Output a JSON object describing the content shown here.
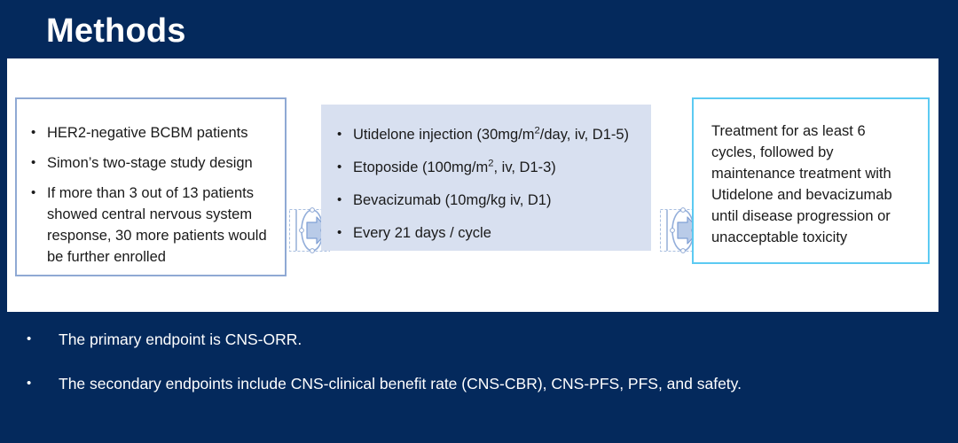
{
  "slide": {
    "title": "Methods",
    "background_color": "#04295c",
    "panel_color": "#ffffff"
  },
  "flow": {
    "box_one": {
      "border_color": "#8fa9d4",
      "fill_color": "#ffffff",
      "items": [
        "HER2-negative BCBM patients",
        "Simon’s two-stage study design",
        "If more than 3 out of 13 patients showed central nervous system response, 30 more patients would be further enrolled"
      ]
    },
    "box_two": {
      "fill_color": "#d8e0f0",
      "items": [
        {
          "pre": "Utidelone injection (30mg/m",
          "sup": "2",
          "post": "/day, iv, D1-5)"
        },
        {
          "pre": "Etoposide (100mg/m",
          "sup": "2",
          "post": ", iv, D1-3)"
        },
        {
          "pre": "Bevacizumab (10mg/kg iv, D1)",
          "sup": "",
          "post": ""
        },
        {
          "pre": "Every 21 days / cycle",
          "sup": "",
          "post": ""
        }
      ]
    },
    "box_three": {
      "border_color": "#5ccaf2",
      "fill_color": "#ffffff",
      "text": "Treatment for as least 6 cycles, followed by maintenance treatment with Utidelone and bevacizumab until disease progression or unacceptable toxicity"
    },
    "connector_label": "arrow-right",
    "connector_color": "#7f9fd4"
  },
  "endpoints": {
    "items": [
      "The primary endpoint is CNS-ORR.",
      "The secondary endpoints include CNS-clinical benefit rate (CNS-CBR), CNS-PFS, PFS, and safety."
    ],
    "bullet_glyph": "•"
  }
}
